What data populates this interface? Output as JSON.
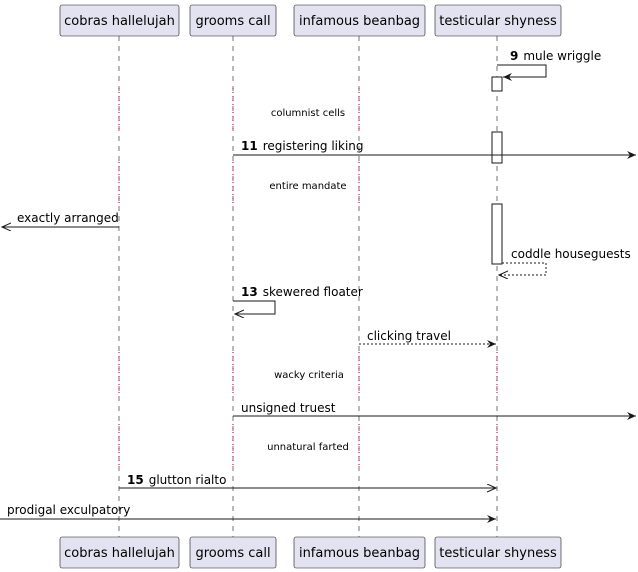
{
  "participants": [
    {
      "name": "cobras hallelujah"
    },
    {
      "name": "grooms call"
    },
    {
      "name": "infamous beanbag"
    },
    {
      "name": "testicular shyness"
    }
  ],
  "messages": [
    {
      "number": "9",
      "text": "mule wriggle",
      "style": "solid",
      "head": "filled"
    },
    {
      "number": "11",
      "text": "registering liking",
      "style": "solid",
      "head": "filled"
    },
    {
      "number": "",
      "text": "exactly arranged",
      "style": "solid",
      "head": "open"
    },
    {
      "number": "",
      "text": "coddle houseguests",
      "style": "dashed",
      "head": "open"
    },
    {
      "number": "13",
      "text": "skewered floater",
      "style": "solid",
      "head": "open"
    },
    {
      "number": "",
      "text": "clicking travel",
      "style": "dashed",
      "head": "filled"
    },
    {
      "number": "",
      "text": "unsigned truest",
      "style": "solid",
      "head": "filled"
    },
    {
      "number": "15",
      "text": "glutton rialto",
      "style": "solid",
      "head": "open"
    },
    {
      "number": "",
      "text": "prodigal exculpatory",
      "style": "solid",
      "head": "filled"
    }
  ],
  "dividers": [
    {
      "text": "columnist cells"
    },
    {
      "text": "entire mandate"
    },
    {
      "text": "wacky criteria"
    },
    {
      "text": "unnatural farted"
    }
  ],
  "colors": {
    "participant_fill": "#e2e2f0",
    "participant_stroke": "#181818",
    "lifeline_dots": "#a80036"
  }
}
